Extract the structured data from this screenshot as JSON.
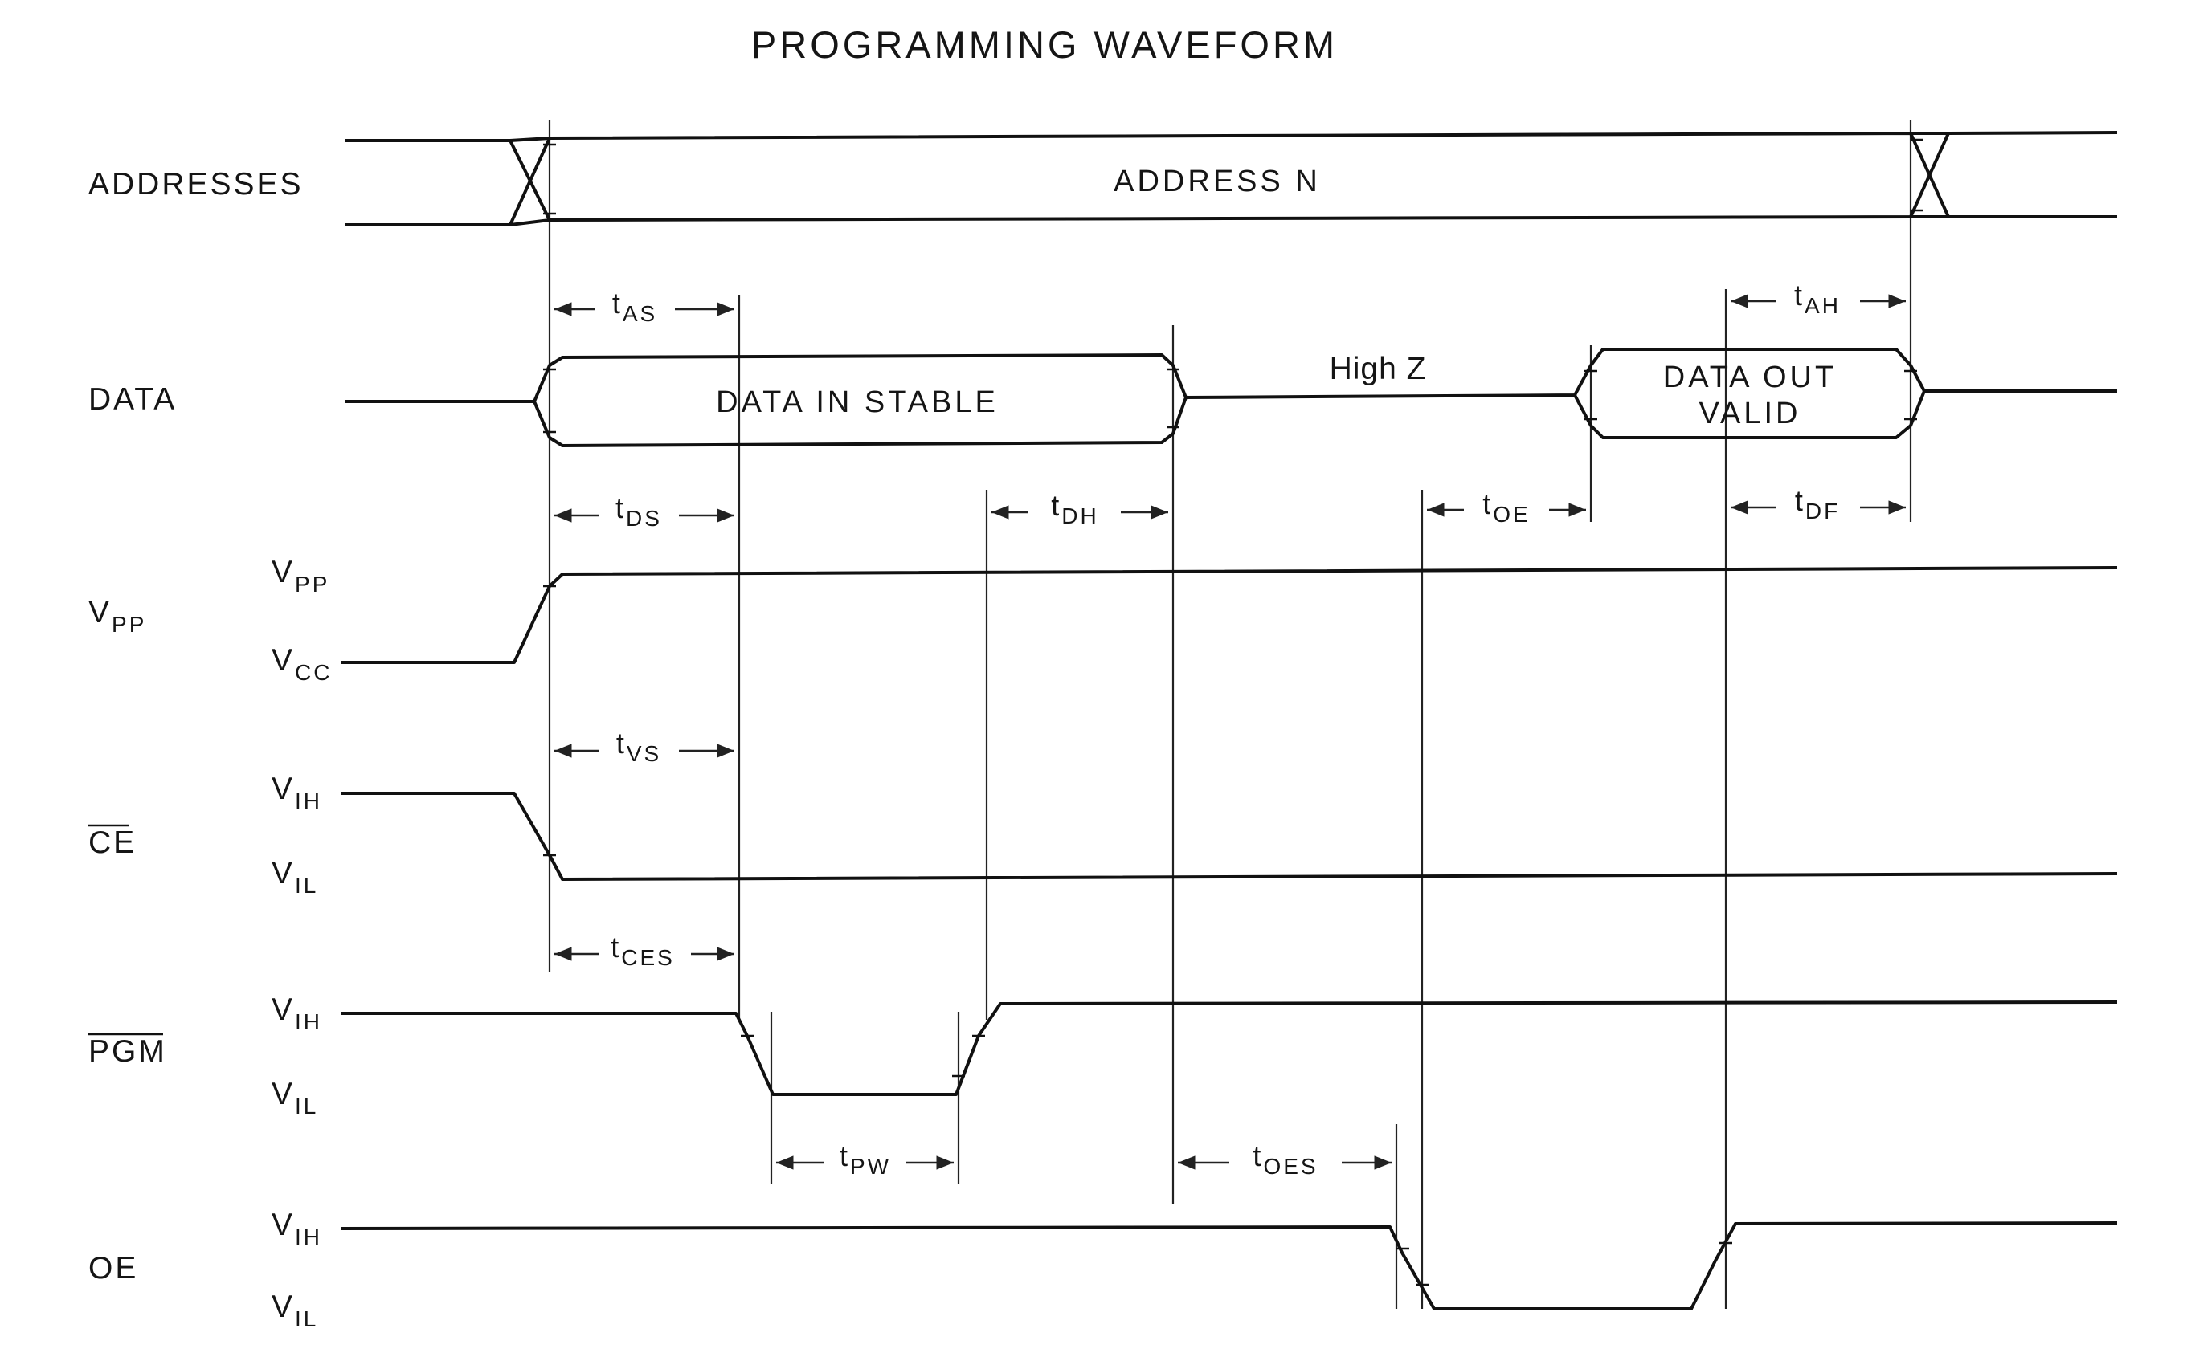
{
  "title": "PROGRAMMING WAVEFORM",
  "signals": {
    "addresses": "ADDRESSES",
    "data": "DATA",
    "vpp": {
      "main": "V",
      "sub": "PP"
    },
    "ce": "CE",
    "pgm": "PGM",
    "oe": "OE"
  },
  "levels": {
    "vpp_high": {
      "main": "V",
      "sub": "PP"
    },
    "vpp_low": {
      "main": "V",
      "sub": "CC"
    },
    "ce_high": {
      "main": "V",
      "sub": "IH"
    },
    "ce_low": {
      "main": "V",
      "sub": "IL"
    },
    "pgm_high": {
      "main": "V",
      "sub": "IH"
    },
    "pgm_low": {
      "main": "V",
      "sub": "IL"
    },
    "oe_high": {
      "main": "V",
      "sub": "IH"
    },
    "oe_low": {
      "main": "V",
      "sub": "IL"
    }
  },
  "bus_labels": {
    "address_n": "ADDRESS N",
    "data_in_stable": "DATA IN STABLE",
    "high_z": "High Z",
    "data_out_line1": "DATA OUT",
    "data_out_line2": "VALID"
  },
  "timing": {
    "tas": {
      "main": "t",
      "sub": "AS"
    },
    "tah": {
      "main": "t",
      "sub": "AH"
    },
    "tds": {
      "main": "t",
      "sub": "DS"
    },
    "tdh": {
      "main": "t",
      "sub": "DH"
    },
    "toe": {
      "main": "t",
      "sub": "OE"
    },
    "tdf": {
      "main": "t",
      "sub": "DF"
    },
    "tvs": {
      "main": "t",
      "sub": "VS"
    },
    "tces": {
      "main": "t",
      "sub": "CES"
    },
    "tpw": {
      "main": "t",
      "sub": "PW"
    },
    "toes": {
      "main": "t",
      "sub": "OES"
    }
  }
}
